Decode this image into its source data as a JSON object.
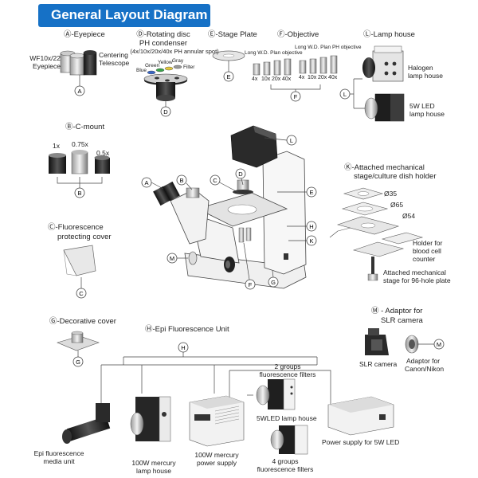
{
  "title": "General Layout Diagram",
  "colors": {
    "header": "#1671c6",
    "line": "#444444",
    "device_dark": "#2b2b2b",
    "device_light": "#d9d9d9"
  },
  "eyepiece": {
    "title": "Ⓐ-Eyepiece",
    "item1": "WF10x/22",
    "item1b": "Eyepiece",
    "item2": "Centering",
    "item2b": "Telescope",
    "letter": "A"
  },
  "condenser": {
    "title": "Ⓓ-Rotating disc",
    "title2": "PH condenser",
    "sub": "(4x/10x/20x/40x PH annular spot)",
    "f_blue": "Blue",
    "f_green": "Green",
    "f_yellow": "Yellow",
    "f_gray": "Gray",
    "f_filter": "Filter",
    "letter": "D"
  },
  "stage_plate": {
    "title": "Ⓔ-Stage Plate",
    "letter": "E"
  },
  "objective": {
    "title": "Ⓕ-Objective",
    "group1": "Long W.D. Plan objective",
    "group2": "Long W.D. Plan PH objective",
    "g1": [
      "4x",
      "10x",
      "20x",
      "40x"
    ],
    "g2": [
      "4x",
      "10x",
      "20x",
      "40x"
    ],
    "letter": "F"
  },
  "lamp_house": {
    "title": "Ⓛ-Lamp house",
    "halogen": "Halogen",
    "halogen2": "lamp house",
    "led": "5W LED",
    "led2": "lamp house",
    "letter": "L"
  },
  "cmount": {
    "title": "Ⓑ-C-mount",
    "sizes": [
      "1x",
      "0.75x",
      "0.5x"
    ],
    "letter": "B"
  },
  "fluor_cover": {
    "title": "Ⓒ-Fluorescence",
    "title2": "protecting cover",
    "letter": "C"
  },
  "stage_holder": {
    "title": "Ⓚ-Attached mechanical",
    "title2": "stage/culture dish holder",
    "d35": "Ø35",
    "d65": "Ø65",
    "d54": "Ø54",
    "blood1": "Holder for",
    "blood2": "blood cell",
    "blood3": "counter",
    "mech1": "Attached mechanical",
    "mech2": "stage for 96-hole plate"
  },
  "microscope_callouts": [
    "L",
    "B",
    "C",
    "D",
    "A",
    "E",
    "H",
    "K",
    "M",
    "F",
    "G"
  ],
  "adaptor": {
    "title": "Ⓜ - Adaptor for",
    "title2": "SLR camera",
    "slr": "SLR camera",
    "adp1": "Adaptor for",
    "adp2": "Canon/Nikon",
    "letter": "M"
  },
  "deco_cover": {
    "title": "Ⓖ-Decorative cover",
    "letter": "G"
  },
  "epi": {
    "title": "Ⓗ-Epi Fluorescence Unit",
    "letter": "H",
    "media1": "Epi fluorescence",
    "media2": "media unit",
    "hg1": "100W mercury",
    "hg2": "lamp house",
    "ps1": "100W mercury",
    "ps2": "power supply",
    "f2a": "2 groups",
    "f2b": "fluorescence filters",
    "led": "5WLED lamp house",
    "f4a": "4 groups",
    "f4b": "fluorescence filters",
    "ledps": "Power supply for 5W LED"
  }
}
